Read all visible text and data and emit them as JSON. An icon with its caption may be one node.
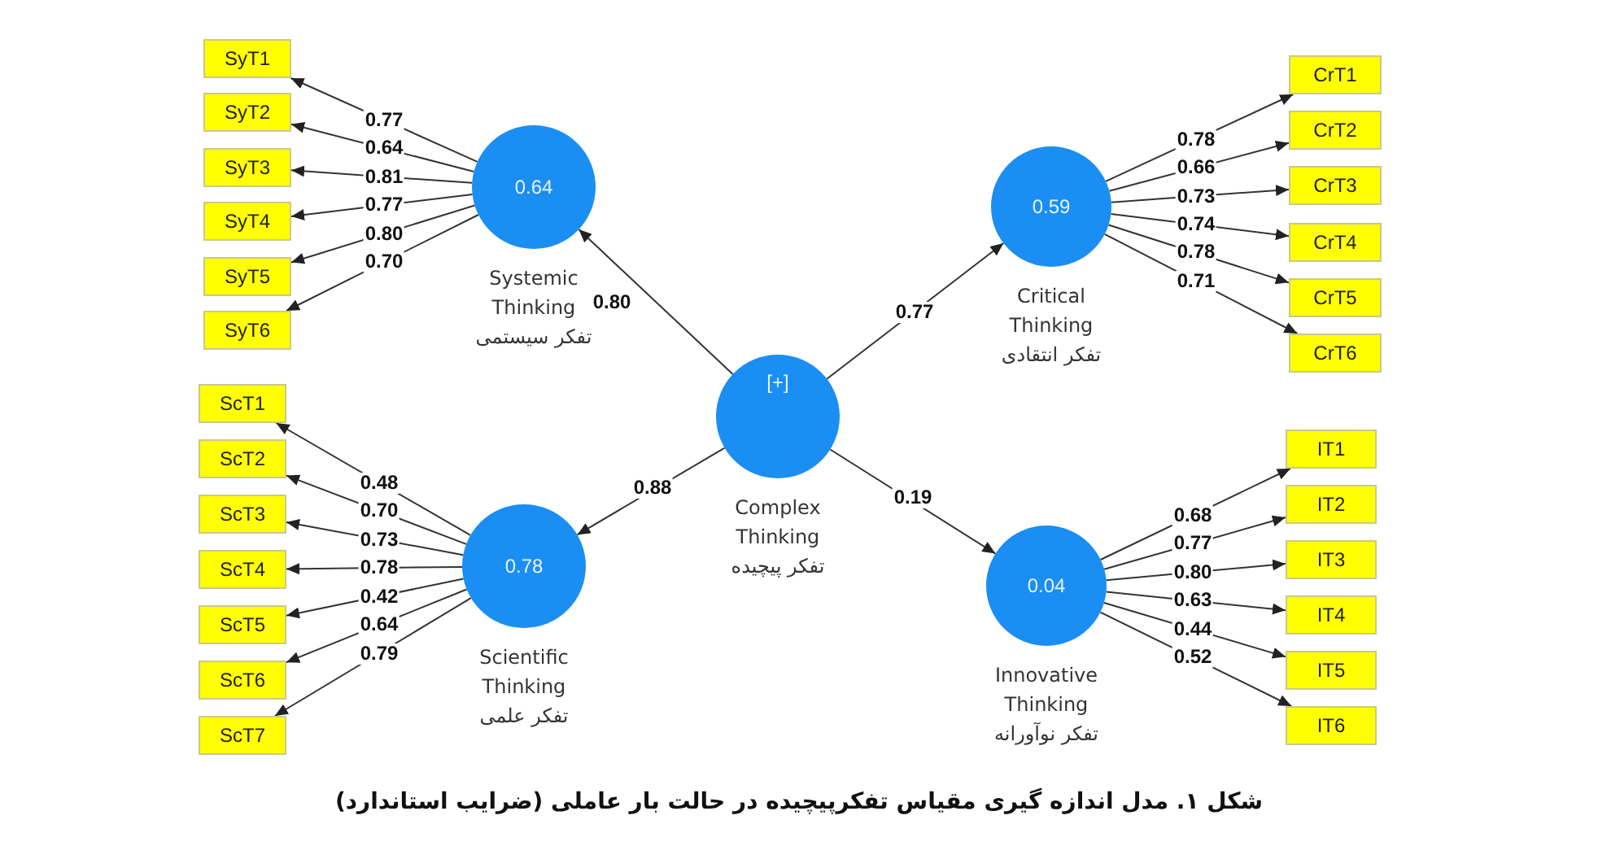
{
  "diagram": {
    "caption": "شکل ۱. مدل اندازه گیری مقیاس تفکرپیچیده در حالت بار عاملی (ضرایب استاندارد)",
    "nodes": [
      {
        "text": [
          "[+]"
        ],
        "beside": [
          "Complex Thinking",
          "تفکر پیچیده"
        ]
      },
      {
        "text": [
          "0.64"
        ],
        "beside": [
          "Systemic Thinking",
          "تفکر سیستمی"
        ]
      },
      {
        "text": [
          "0.59"
        ],
        "beside": [
          "Critical Thinking",
          "تفکر انتقادی"
        ]
      },
      {
        "text": [
          "0.78"
        ],
        "beside": [
          "Scientific Thinking",
          "تفکر علمی"
        ]
      },
      {
        "text": [
          "0.04"
        ],
        "beside": [
          "Innovative Thinking",
          "تفکر نوآورانه"
        ]
      },
      {
        "text": [
          "SyT1"
        ]
      },
      {
        "text": [
          "SyT2"
        ]
      },
      {
        "text": [
          "SyT3"
        ]
      },
      {
        "text": [
          "SyT4"
        ]
      },
      {
        "text": [
          "SyT5"
        ]
      },
      {
        "text": [
          "SyT6"
        ]
      },
      {
        "text": [
          "CrT1"
        ]
      },
      {
        "text": [
          "CrT2"
        ]
      },
      {
        "text": [
          "CrT3"
        ]
      },
      {
        "text": [
          "CrT4"
        ]
      },
      {
        "text": [
          "CrT5"
        ]
      },
      {
        "text": [
          "CrT6"
        ]
      },
      {
        "text": [
          "ScT1"
        ]
      },
      {
        "text": [
          "ScT2"
        ]
      },
      {
        "text": [
          "ScT3"
        ]
      },
      {
        "text": [
          "ScT4"
        ]
      },
      {
        "text": [
          "ScT5"
        ]
      },
      {
        "text": [
          "ScT6"
        ]
      },
      {
        "text": [
          "ScT7"
        ]
      },
      {
        "text": [
          "IT1"
        ]
      },
      {
        "text": [
          "IT2"
        ]
      },
      {
        "text": [
          "IT3"
        ]
      },
      {
        "text": [
          "IT4"
        ]
      },
      {
        "text": [
          "IT5"
        ]
      },
      {
        "text": [
          "IT6"
        ]
      }
    ],
    "edges": [
      {
        "from": 0,
        "to": 1,
        "arrow": "to",
        "label": "0.80"
      },
      {
        "from": 0,
        "to": 2,
        "arrow": "to",
        "label": "0.77"
      },
      {
        "from": 0,
        "to": 3,
        "arrow": "to",
        "label": "0.88"
      },
      {
        "from": 0,
        "to": 4,
        "arrow": "to",
        "label": "0.19"
      },
      {
        "from": 1,
        "to": 5,
        "arrow": "to",
        "label": "0.77"
      },
      {
        "from": 1,
        "to": 6,
        "arrow": "to",
        "label": "0.64"
      },
      {
        "from": 1,
        "to": 7,
        "arrow": "to",
        "label": "0.81"
      },
      {
        "from": 1,
        "to": 8,
        "arrow": "to",
        "label": "0.77"
      },
      {
        "from": 1,
        "to": 9,
        "arrow": "to",
        "label": "0.80"
      },
      {
        "from": 1,
        "to": 10,
        "arrow": "to",
        "label": "0.70"
      },
      {
        "from": 2,
        "to": 11,
        "arrow": "to",
        "label": "0.78"
      },
      {
        "from": 2,
        "to": 12,
        "arrow": "to",
        "label": "0.66"
      },
      {
        "from": 2,
        "to": 13,
        "arrow": "to",
        "label": "0.73"
      },
      {
        "from": 2,
        "to": 14,
        "arrow": "to",
        "label": "0.74"
      },
      {
        "from": 2,
        "to": 15,
        "arrow": "to",
        "label": "0.78"
      },
      {
        "from": 2,
        "to": 16,
        "arrow": "to",
        "label": "0.71"
      },
      {
        "from": 3,
        "to": 17,
        "arrow": "to",
        "label": "0.48"
      },
      {
        "from": 3,
        "to": 18,
        "arrow": "to",
        "label": "0.70"
      },
      {
        "from": 3,
        "to": 19,
        "arrow": "to",
        "label": "0.73"
      },
      {
        "from": 3,
        "to": 20,
        "arrow": "to",
        "label": "0.78"
      },
      {
        "from": 3,
        "to": 21,
        "arrow": "to",
        "label": "0.42"
      },
      {
        "from": 3,
        "to": 22,
        "arrow": "to",
        "label": "0.64"
      },
      {
        "from": 3,
        "to": 23,
        "arrow": "to",
        "label": "0.79"
      },
      {
        "from": 4,
        "to": 24,
        "arrow": "to",
        "label": "0.68"
      },
      {
        "from": 4,
        "to": 25,
        "arrow": "to",
        "label": "0.77"
      },
      {
        "from": 4,
        "to": 26,
        "arrow": "to",
        "label": "0.80"
      },
      {
        "from": 4,
        "to": 27,
        "arrow": "to",
        "label": "0.63"
      },
      {
        "from": 4,
        "to": 28,
        "arrow": "to",
        "label": "0.44"
      },
      {
        "from": 4,
        "to": 29,
        "arrow": "to",
        "label": "0.52"
      }
    ]
  }
}
